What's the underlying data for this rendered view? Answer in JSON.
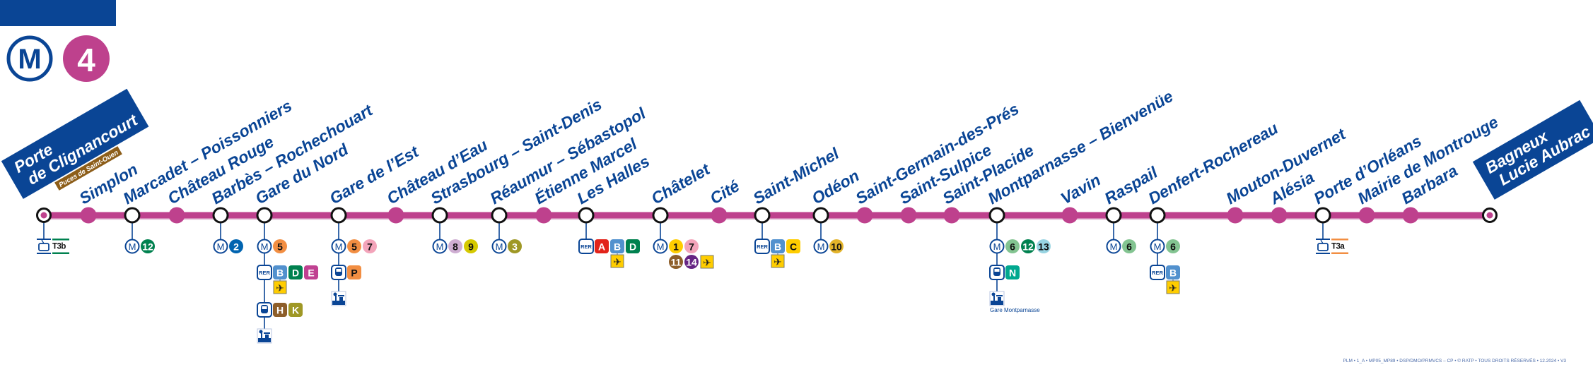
{
  "header": {
    "metro_logo": "M",
    "line_number": "4"
  },
  "colors": {
    "line": "#BE418D",
    "brand_blue": "#0A4595",
    "metro": {
      "1": "#FFCD00",
      "2": "#0064B0",
      "3": "#9F9825",
      "5": "#F28E42",
      "6": "#83C491",
      "7": "#F3A4BA",
      "8": "#CEADD2",
      "9": "#D5C900",
      "10": "#E3B32A",
      "11": "#8D5E2A",
      "12": "#00814F",
      "13": "#98D4E2",
      "14": "#662483"
    },
    "rer": {
      "A": "#E2231A",
      "B": "#5291CE",
      "C": "#FFCD00",
      "D": "#00814F",
      "E": "#C04191"
    },
    "train": {
      "H": "#8D5E2A",
      "K": "#9F9825",
      "N": "#00A88F",
      "P": "#F28E42"
    },
    "tram": {
      "T3b": "#00814F",
      "T3a": "#F28E42"
    },
    "airport": "#FFCD00"
  },
  "stations": [
    {
      "name": "Porte de Clignancourt",
      "lines_text": [
        "Porte",
        "de Clignancourt"
      ],
      "terminus": true,
      "subtitle": "Puces de Saint-Ouen",
      "connections": [
        {
          "mode": "tram",
          "lines": [
            "T3b"
          ]
        }
      ]
    },
    {
      "name": "Simplon"
    },
    {
      "name": "Marcadet – Poissonniers",
      "connections": [
        {
          "mode": "metro",
          "lines": [
            "12"
          ]
        }
      ]
    },
    {
      "name": "Château Rouge"
    },
    {
      "name": "Barbès – Rochechouart",
      "connections": [
        {
          "mode": "metro",
          "lines": [
            "2"
          ]
        }
      ]
    },
    {
      "name": "Gare du Nord",
      "connections": [
        {
          "mode": "metro",
          "lines": [
            "5"
          ]
        },
        {
          "mode": "rer",
          "lines": [
            "B",
            "D",
            "E"
          ],
          "airport": "B"
        },
        {
          "mode": "train",
          "lines": [
            "H",
            "K"
          ]
        },
        {
          "mode": "mainline"
        }
      ]
    },
    {
      "name": "Gare de l’Est",
      "connections": [
        {
          "mode": "metro",
          "lines": [
            "5",
            "7"
          ]
        },
        {
          "mode": "train",
          "lines": [
            "P"
          ]
        },
        {
          "mode": "mainline"
        }
      ]
    },
    {
      "name": "Château d’Eau"
    },
    {
      "name": "Strasbourg – Saint-Denis",
      "connections": [
        {
          "mode": "metro",
          "lines": [
            "8",
            "9"
          ]
        }
      ]
    },
    {
      "name": "Réaumur – Sébastopol",
      "connections": [
        {
          "mode": "metro",
          "lines": [
            "3"
          ]
        }
      ]
    },
    {
      "name": "Étienne Marcel"
    },
    {
      "name": "Les Halles",
      "connections": [
        {
          "mode": "rer",
          "lines": [
            "A",
            "B",
            "D"
          ],
          "airport": "B"
        }
      ]
    },
    {
      "name": "Châtelet",
      "connections": [
        {
          "mode": "metro",
          "lines": [
            "1",
            "7"
          ]
        },
        {
          "mode": null,
          "kind": "metro",
          "lines": [
            "11",
            "14"
          ],
          "airport": "inline"
        }
      ]
    },
    {
      "name": "Cité"
    },
    {
      "name": "Saint-Michel",
      "connections": [
        {
          "mode": "rer",
          "lines": [
            "B",
            "C"
          ],
          "airport": "B"
        }
      ]
    },
    {
      "name": "Odéon",
      "connections": [
        {
          "mode": "metro",
          "lines": [
            "10"
          ]
        }
      ]
    },
    {
      "name": "Saint-Germain-des-Prés"
    },
    {
      "name": "Saint-Sulpice"
    },
    {
      "name": "Saint-Placide"
    },
    {
      "name": "Montparnasse – Bienvenüe",
      "connections": [
        {
          "mode": "metro",
          "lines": [
            "6",
            "12",
            "13"
          ]
        },
        {
          "mode": "train",
          "lines": [
            "N"
          ]
        },
        {
          "mode": "mainline",
          "label": "Gare Montparnasse"
        }
      ]
    },
    {
      "name": "Vavin"
    },
    {
      "name": "Raspail",
      "connections": [
        {
          "mode": "metro",
          "lines": [
            "6"
          ]
        }
      ]
    },
    {
      "name": "Denfert-Rochereau",
      "connections": [
        {
          "mode": "metro",
          "lines": [
            "6"
          ]
        },
        {
          "mode": "rer",
          "lines": [
            "B"
          ],
          "airport": "B"
        }
      ]
    },
    {
      "name": "Mouton-Duvernet"
    },
    {
      "name": "Alésia"
    },
    {
      "name": "Porte d’Orléans",
      "connections": [
        {
          "mode": "tram",
          "lines": [
            "T3a"
          ]
        }
      ]
    },
    {
      "name": "Mairie de Montrouge"
    },
    {
      "name": "Barbara"
    },
    {
      "name": "Bagneux Lucie Aubrac",
      "lines_text": [
        "Bagneux",
        "Lucie Aubrac"
      ],
      "terminus": true
    }
  ],
  "footer": "PLM • 1_A • MP05_MP89 • DSP/DMO/PRMVCS – CP • © RATP • TOUS DROITS RÉSERVÉS • 12.2024 • V3"
}
